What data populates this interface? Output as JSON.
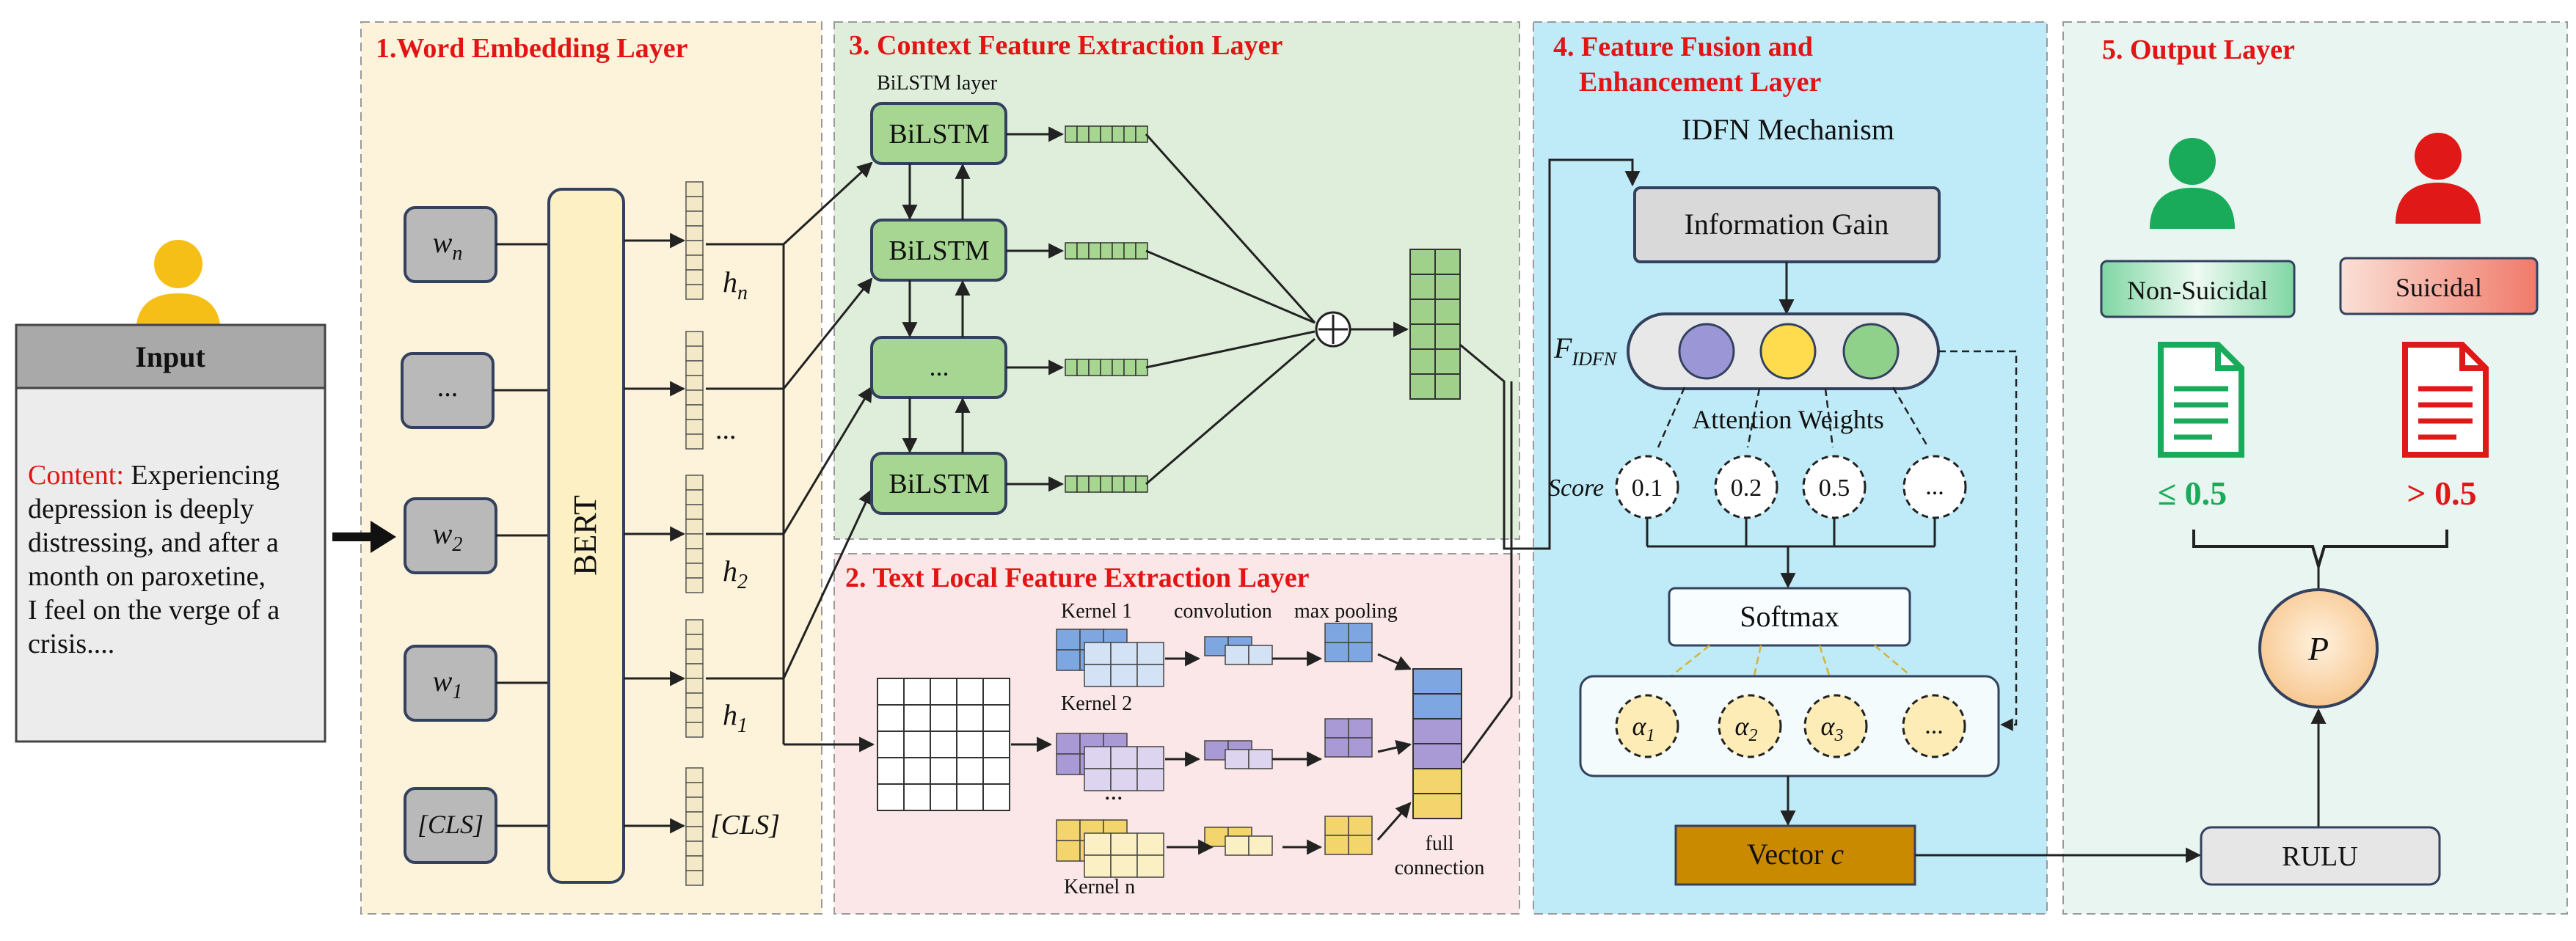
{
  "input": {
    "header": "Input",
    "content_label": "Content:",
    "content_lines": [
      "Experiencing",
      "depression is deeply",
      "distressing, and after a",
      "month on paroxetine,",
      "I feel on the verge of a",
      "crisis...."
    ]
  },
  "panels": {
    "word_embedding": "1.Word Embedding Layer",
    "context": "3. Context Feature Extraction Layer",
    "local": "2. Text Local Feature Extraction Layer",
    "fusion_line1": "4. Feature Fusion and",
    "fusion_line2": "Enhancement Layer",
    "output": "5. Output Layer"
  },
  "word_embedding": {
    "tokens": [
      {
        "base": "w",
        "sub": "n"
      },
      {
        "base": "...",
        "sub": ""
      },
      {
        "base": "w",
        "sub": "2"
      },
      {
        "base": "w",
        "sub": "1"
      },
      {
        "base": "[CLS]",
        "sub": ""
      }
    ],
    "encoder": "BERT",
    "hidden": [
      {
        "base": "h",
        "sub": "n"
      },
      {
        "base": "...",
        "sub": ""
      },
      {
        "base": "h",
        "sub": "2"
      },
      {
        "base": "h",
        "sub": "1"
      },
      {
        "base": "[CLS]",
        "sub": ""
      }
    ]
  },
  "context": {
    "layer_caption": "BiLSTM layer",
    "cells": [
      "BiLSTM",
      "BiLSTM",
      "...",
      "BiLSTM"
    ],
    "sum_symbol": "⊕"
  },
  "local": {
    "kernel_labels": [
      "Kernel 1",
      "Kernel 2",
      "Kernel n"
    ],
    "ellipsis": "...",
    "convolution": "convolution",
    "max_pooling": "max pooling",
    "full_connection_line1": "full",
    "full_connection_line2": "connection",
    "colors": {
      "blue": "#7ea6e0",
      "purple": "#a99ad6",
      "yellow": "#f4d46c"
    }
  },
  "fusion": {
    "mechanism": "IDFN Mechanism",
    "info_gain": "Information Gain",
    "f_idfn_base": "F",
    "f_idfn_sub": "IDFN",
    "attention_weights": "Attention Weights",
    "score_label": "Score",
    "scores": [
      "0.1",
      "0.2",
      "0.5",
      "..."
    ],
    "softmax": "Softmax",
    "alphas": [
      {
        "base": "α",
        "sub": "1"
      },
      {
        "base": "α",
        "sub": "2"
      },
      {
        "base": "α",
        "sub": "3"
      },
      {
        "base": "...",
        "sub": ""
      }
    ],
    "vector_base": "Vector",
    "vector_var": "c",
    "circle_colors": [
      "#9b97d6",
      "#ffdc4d",
      "#8fd18a"
    ]
  },
  "output": {
    "non_suicidal": "Non-Suicidal",
    "suicidal": "Suicidal",
    "le_threshold": "≤ 0.5",
    "gt_threshold": "> 0.5",
    "p_symbol": "P",
    "rulu": "RULU",
    "green": "#1aab5a",
    "red": "#e01818"
  }
}
